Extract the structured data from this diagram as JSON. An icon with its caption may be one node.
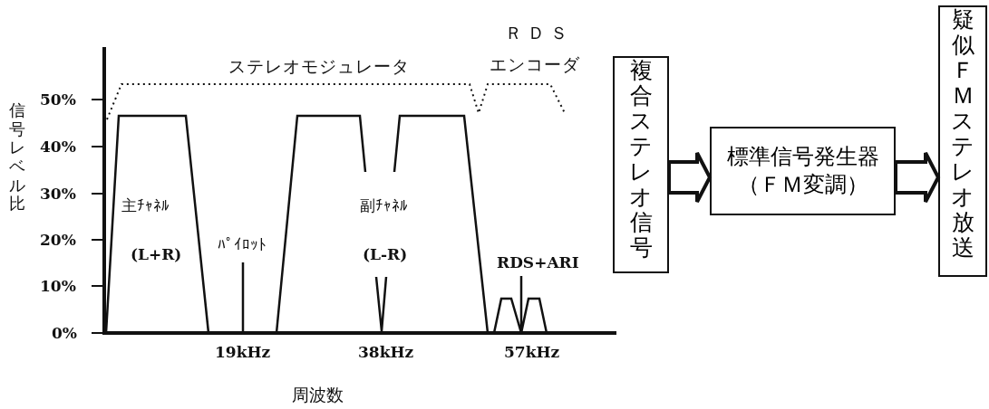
{
  "diagram": {
    "nodes": [
      {
        "text": [
          "複合ステレオ信号"
        ]
      },
      {
        "text": [
          "標準信号発生器",
          "（ＦＭ変調）"
        ]
      },
      {
        "text": [
          "疑似ＦＭステレオ放送"
        ]
      }
    ],
    "edges": [
      {
        "from": 0,
        "to": 1,
        "arrow": "to"
      },
      {
        "from": 1,
        "to": 2,
        "arrow": "to"
      }
    ],
    "labels": [
      "ＲＤＳ",
      "ステレオモジュレータ",
      "エンコーダ",
      "50%",
      "信号レベル比",
      "40%",
      "30%",
      "主ﾁｬﾈﾙ",
      "副ﾁｬﾈﾙ",
      "20%",
      "ﾊﾟｲﾛｯﾄ",
      "(L+R)",
      "(L-R)",
      "RDS+ARI",
      "10%",
      "0%",
      "19kHz",
      "38kHz",
      "57kHz",
      "周波数"
    ]
  }
}
